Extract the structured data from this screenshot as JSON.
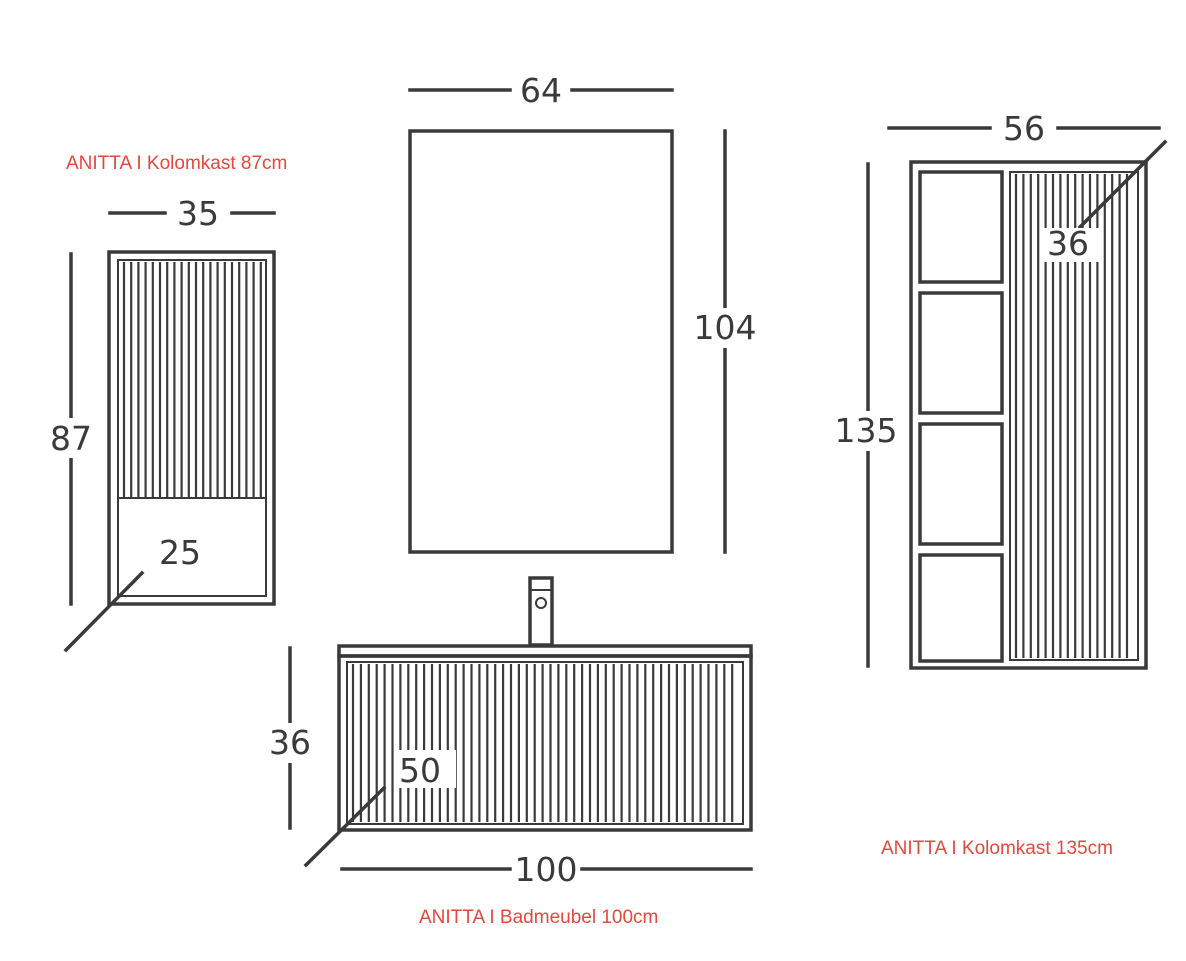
{
  "labels": {
    "column_87": "ANITTA I Kolomkast 87cm",
    "column_135": "ANITTA I Kolomkast 135cm",
    "vanity_100": "ANITTA I Badmeubel 100cm"
  },
  "dimensions": {
    "column_87_width": "35",
    "column_87_height": "87",
    "column_87_depth": "25",
    "mirror_width": "64",
    "mirror_height": "104",
    "column_135_width": "56",
    "column_135_height": "135",
    "column_135_depth": "36",
    "vanity_height": "36",
    "vanity_depth": "50",
    "vanity_width": "100"
  },
  "colors": {
    "line": "#3a3a3a",
    "label": "#e8473c",
    "background": "#ffffff"
  }
}
